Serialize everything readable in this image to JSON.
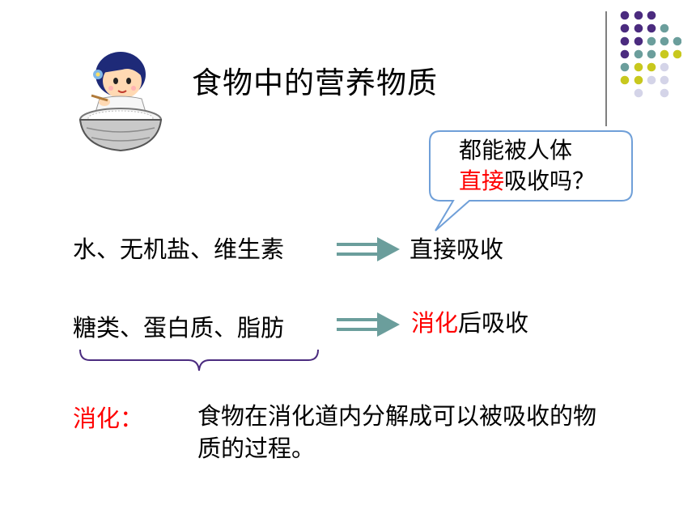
{
  "slide": {
    "title": "食物中的营养物质",
    "bubble": {
      "line1": "都能被人体",
      "line2_highlight": "直接",
      "line2_rest": "吸收吗？"
    },
    "rows": [
      {
        "left": "水、无机盐、维生素",
        "right_highlight": "",
        "right_rest": "直接吸收"
      },
      {
        "left": "糖类、蛋白质、脂肪",
        "right_highlight": "消化",
        "right_rest": "后吸收"
      }
    ],
    "definition": {
      "label": "消化：",
      "text": "食物在消化道内分解成可以被吸收的物质的过程。"
    }
  },
  "colors": {
    "accent_red": "#ff0000",
    "arrow_teal": "#6b9e9c",
    "bubble_border": "#6f9fd8",
    "brace_purple": "#4b2b7f",
    "dot_purple": "#4b2b7f",
    "dot_teal": "#6b9e9c",
    "dot_yellow": "#c8c81e",
    "dot_lavender": "#d4d4e8"
  },
  "icons": {
    "illustration": "girl-with-rice-bowl-icon",
    "arrows": "double-right-arrow-icon"
  }
}
